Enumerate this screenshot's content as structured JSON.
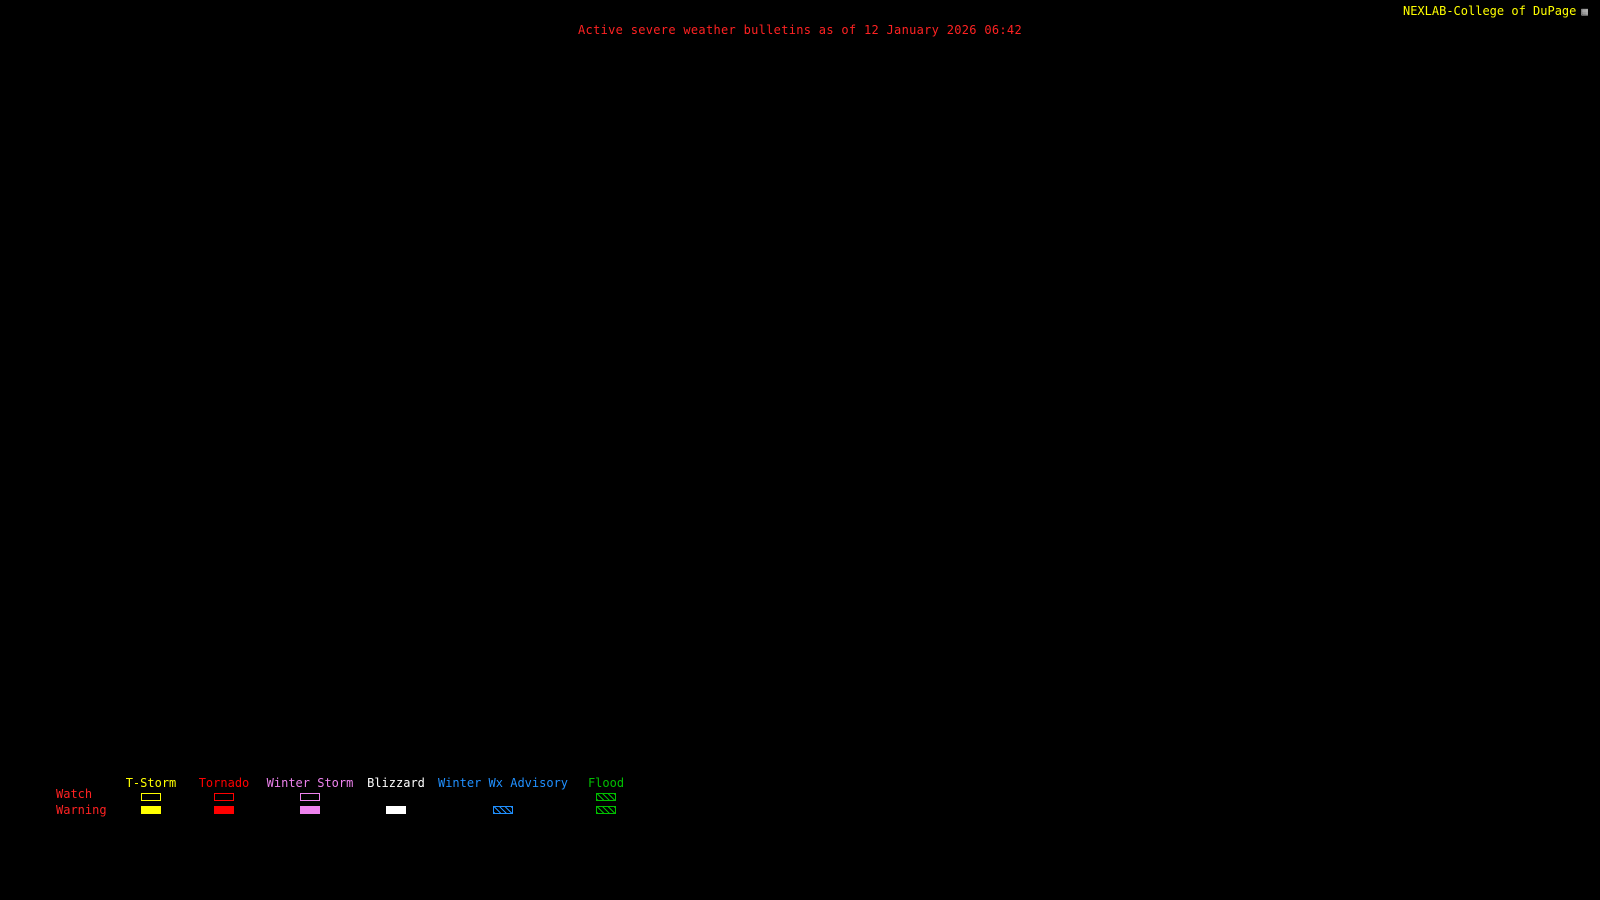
{
  "header": {
    "title": "Active severe weather bulletins as of 12 January 2026 06:42",
    "title_color": "#ff2222",
    "branding": "NEXLAB-College of DuPage",
    "branding_color": "#ffff00",
    "logo_glyph": "▦"
  },
  "legend": {
    "watch_label": "Watch",
    "warning_label": "Warning",
    "row_label_color": "#ff2222",
    "categories": [
      {
        "label": "T-Storm",
        "color": "#ffff00",
        "watch": "outline",
        "warning": "fill"
      },
      {
        "label": "Tornado",
        "color": "#ff0000",
        "watch": "outline",
        "warning": "fill"
      },
      {
        "label": "Winter Storm",
        "color": "#ee82ee",
        "watch": "outline",
        "warning": "fill"
      },
      {
        "label": "Blizzard",
        "color": "#ffffff",
        "watch": "none",
        "warning": "fill"
      },
      {
        "label": "Winter Wx Advisory",
        "color": "#2090ff",
        "watch": "none",
        "warning": "hatch"
      },
      {
        "label": "Flood",
        "color": "#00c000",
        "watch": "hatch",
        "warning": "hatch"
      }
    ]
  }
}
